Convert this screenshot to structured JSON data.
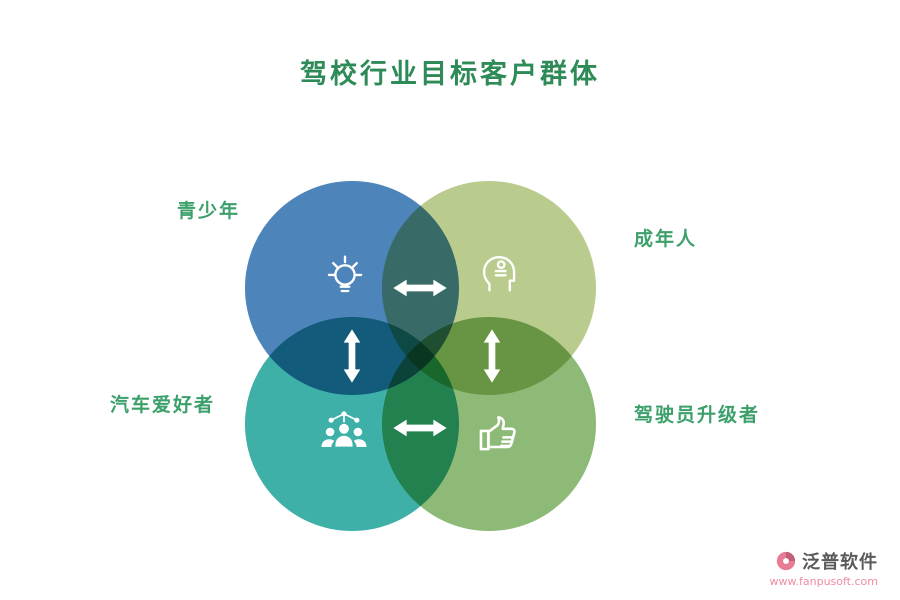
{
  "title": "驾校行业目标客户群体",
  "colors": {
    "title_green": "#2e8b57",
    "label_green": "#3ca06b",
    "website_pink": "#ef8ba0"
  },
  "diagram": {
    "groups": [
      {
        "label": "青少年",
        "color": "#4d84ba",
        "icon": "lightbulb-icon",
        "position": "top-left"
      },
      {
        "label": "成年人",
        "color": "#b9cc8e",
        "icon": "thinking-head-icon",
        "position": "top-right"
      },
      {
        "label": "汽车爱好者",
        "color": "#3fb0a8",
        "icon": "team-icon",
        "position": "bottom-left"
      },
      {
        "label": "驾驶员升级者",
        "color": "#8eba77",
        "icon": "thumbs-up-icon",
        "position": "bottom-right"
      }
    ]
  },
  "footer": {
    "brand": "泛普软件",
    "website": "www.fanpusoft.com"
  }
}
